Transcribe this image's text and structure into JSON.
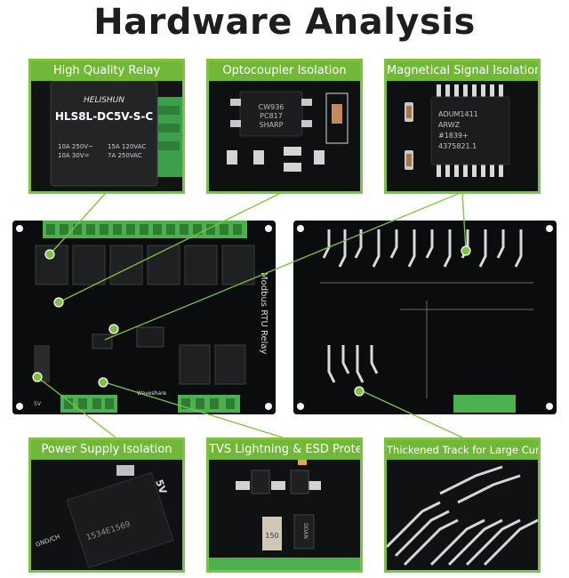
{
  "title": "Hardware Analysis",
  "labels": {
    "relay": "High Quality Relay",
    "opto": "Optocoupler Isolation",
    "magnetic": "Magnetical Signal Isolation",
    "power": "Power Supply Isolation",
    "tvs": "TVS Lightning & ESD Protection",
    "track": "Thickened Track for Large Current"
  },
  "relay_text": {
    "brand": "HELISHUN",
    "model": "HLS8L-DC5V-S-C",
    "line1": "10A 250V~",
    "line2": "10A 30V=",
    "line3": "15A 120VAC",
    "line4": "7A 250VAC"
  },
  "opto_text": {
    "l1": "CW936",
    "l2": "PC817",
    "l3": "SHARP"
  },
  "adum_text": {
    "l1": "ADUM1411",
    "l2": "ARWZ",
    "l3": "#1839+",
    "l4": "4375821.1"
  },
  "board_text": {
    "name": "Modbus RTU Relay",
    "brand": "Waveshare",
    "v5": "5V"
  },
  "power_text": {
    "code": "1534E1569",
    "v5": "5V",
    "gnd": "GND/CH"
  },
  "tvs_text": {
    "code": "150",
    "code2": "DDAN"
  },
  "colors": {
    "accent": "#72b838",
    "board": "#0b0c0d",
    "terminal": "#4caf50"
  }
}
